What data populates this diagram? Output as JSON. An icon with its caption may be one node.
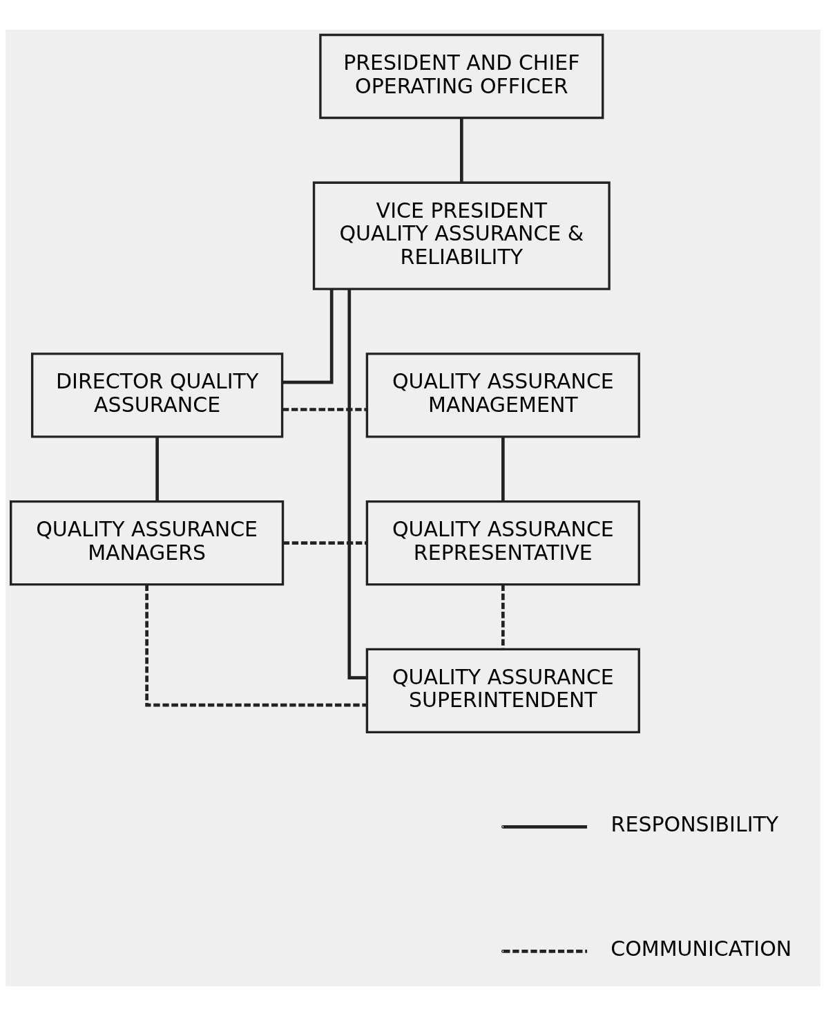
{
  "diagram": {
    "nodes": [
      {
        "text": [
          "PRESIDENT AND CHIEF OPERATING OFFICER"
        ]
      },
      {
        "text": [
          "VICE PRESIDENT QUALITY ASSURANCE & RELIABILITY"
        ]
      },
      {
        "text": [
          "DIRECTOR QUALITY ASSURANCE"
        ]
      },
      {
        "text": [
          "QUALITY ASSURANCE MANAGEMENT"
        ]
      },
      {
        "text": [
          "QUALITY ASSURANCE MANAGERS"
        ]
      },
      {
        "text": [
          "QUALITY ASSURANCE REPRESENTATIVE"
        ]
      },
      {
        "text": [
          "QUALITY ASSURANCE SUPERINTENDENT"
        ]
      }
    ],
    "edges": [
      {
        "from": 0,
        "to": 1,
        "arrow": "none"
      },
      {
        "from": 1,
        "to": 2,
        "arrow": "none"
      },
      {
        "from": 1,
        "to": 6,
        "arrow": "none"
      },
      {
        "from": 2,
        "to": 3,
        "arrow": "none",
        "style": "dashed"
      },
      {
        "from": 2,
        "to": 4,
        "arrow": "none"
      },
      {
        "from": 4,
        "to": 6,
        "arrow": "none",
        "style": "dashed"
      },
      {
        "from": 3,
        "to": 5,
        "arrow": "none"
      },
      {
        "from": 4,
        "to": 5,
        "arrow": "none",
        "style": "dashed"
      },
      {
        "from": 5,
        "to": 6,
        "arrow": "none",
        "style": "dashed"
      }
    ],
    "legend": [
      {
        "text": "RESPONSIBILITY"
      },
      {
        "text": "COMMUNICATION"
      }
    ]
  }
}
